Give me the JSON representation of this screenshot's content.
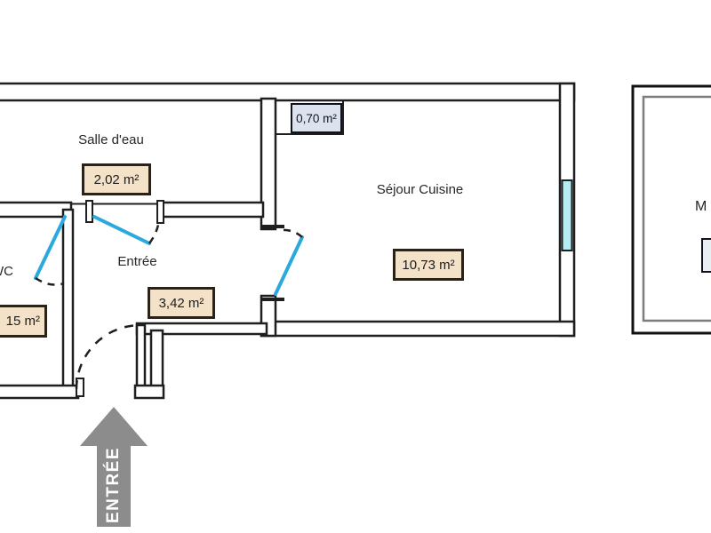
{
  "rooms": {
    "salle_deau": {
      "name": "Salle d'eau",
      "area": "2,02 m²"
    },
    "sejour_cuisine": {
      "name": "Séjour Cuisine",
      "area": "10,73 m²"
    },
    "entree": {
      "name": "Entrée",
      "area": "3,42 m²"
    },
    "wc": {
      "name": "WC",
      "area": "15 m²"
    },
    "closet": {
      "area": "0,70 m²"
    },
    "adjacent_unit": {
      "label": "M"
    }
  },
  "entrance_arrow": {
    "label": "ENTRÉE"
  },
  "colors": {
    "wall": "#1f1f1f",
    "area_box_fill": "#f3e2c7",
    "area_box_border": "#2a2118",
    "closet_box_fill": "#dce3ef",
    "door_swing_blue": "#2ba9dd",
    "window_cyan": "#b5ecf2",
    "arrow_gray": "#8c8c8c"
  }
}
